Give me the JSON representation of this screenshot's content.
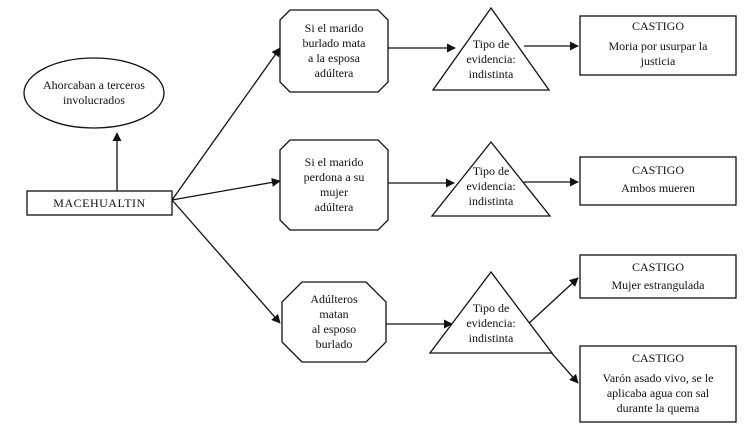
{
  "root": {
    "text": "MACEHUALTIN"
  },
  "oval": {
    "text": "Ahorcaban a terceros\ninvolucrados"
  },
  "branches": [
    {
      "condition": "Si el marido\nburlado mata\na la esposa\nadúltera",
      "evidence": "Tipo de\nevidencia:\nindistinta",
      "punishments": [
        {
          "title": "CASTIGO",
          "text": "Moria por usurpar la\njusticia"
        }
      ]
    },
    {
      "condition": "Si el marido\nperdona a su\nmujer\nadúltera",
      "evidence": "Tipo de\nevidencia:\nindistinta",
      "punishments": [
        {
          "title": "CASTIGO",
          "text": "Ambos mueren"
        }
      ]
    },
    {
      "condition": "Adúlteros\nmatan\nal esposo\nburlado",
      "evidence": "Tipo de\nevidencia:\nindistinta",
      "punishments": [
        {
          "title": "CASTIGO",
          "text": "Mujer estrangulada"
        },
        {
          "title": "CASTIGO",
          "text": "Varón asado vivo, se le\naplicaba agua con sal\ndurante la quema"
        }
      ]
    }
  ]
}
